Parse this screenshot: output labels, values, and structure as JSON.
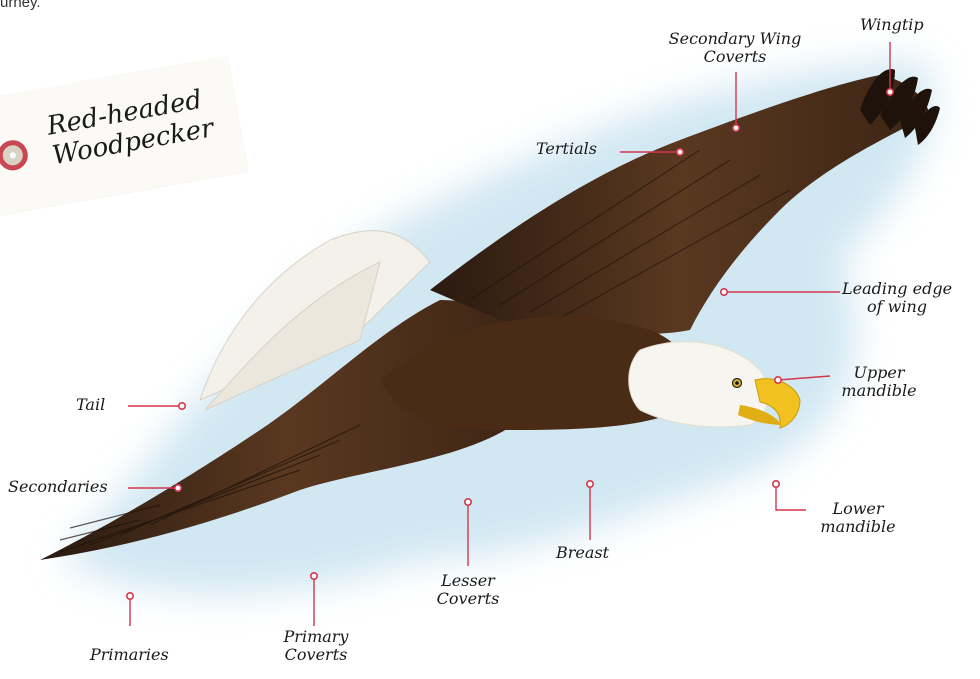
{
  "intro_text": "urney.",
  "tag": {
    "line1": "Red-headed",
    "line2": "Woodpecker"
  },
  "colors": {
    "accent": "#d4374f",
    "sky": "#cfe6f2",
    "tag_ring": "#c94854"
  },
  "labels": {
    "wingtip": "Wingtip",
    "secondary_wing_coverts": [
      "Secondary Wing",
      "Coverts"
    ],
    "tertials": "Tertials",
    "leading_edge": [
      "Leading edge",
      "of wing"
    ],
    "upper_mandible": [
      "Upper",
      "mandible"
    ],
    "lower_mandible": [
      "Lower",
      "mandible"
    ],
    "tail": "Tail",
    "secondaries": "Secondaries",
    "primaries": "Primaries",
    "primary_coverts": [
      "Primary",
      "Coverts"
    ],
    "lesser_coverts": [
      "Lesser",
      "Coverts"
    ],
    "breast": "Breast"
  }
}
